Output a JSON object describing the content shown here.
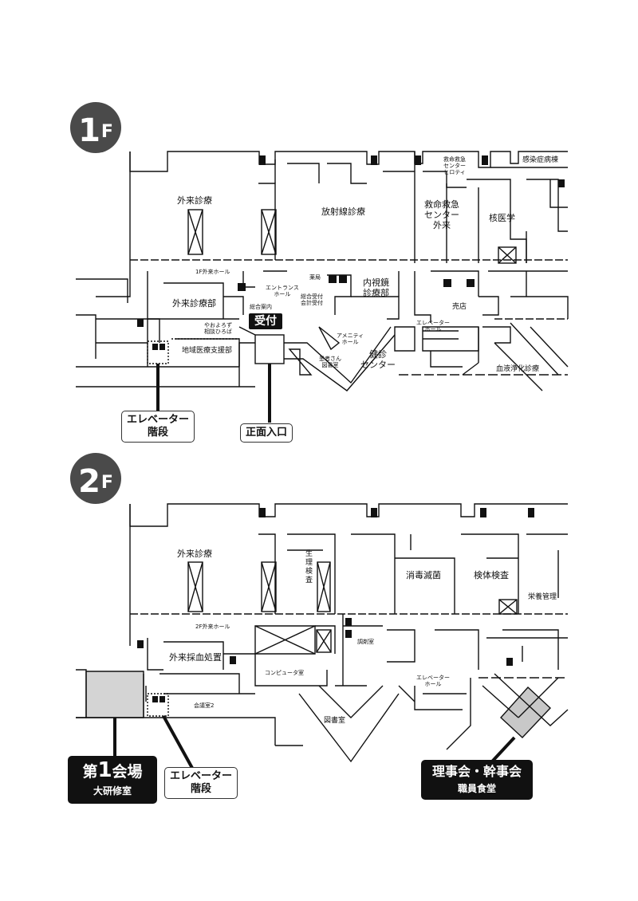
{
  "floor1": {
    "badge_num": "1",
    "badge_unit": "F",
    "rooms": {
      "outpatient": "外来診療",
      "radiology": "放射線診療",
      "emergency_outpatient": "救命救急\nセンター\n外来",
      "emergency_heliport": "救命救急\nセンター\nヒロティ",
      "infectious_ward": "感染症病棟",
      "nuclear_medicine": "核医学",
      "hall_1f": "1F外来ホール",
      "entrance_hall": "エントランス\nホール",
      "pharmacy": "薬局",
      "endoscopy": "内視鏡\n診療部",
      "outpatient_dept": "外来診療部",
      "general_info": "総合案内",
      "reception_cashier": "総合受付\n会計受付",
      "consultation": "やおよろず\n相談ひろば",
      "regional_support": "地域医療支援部",
      "amenity_hall": "アメニティ\nホール",
      "patient_library": "患者さん\n図書室",
      "health_center": "健診\nセンター",
      "elevator_hall": "エレベーター\nホール",
      "shop": "売店",
      "blood_purification": "血液浄化診療"
    },
    "reception_label": "受付",
    "callout_elevator": "エレベーター\n階段",
    "callout_entrance": "正面入口"
  },
  "floor2": {
    "badge_num": "2",
    "badge_unit": "F",
    "rooms": {
      "outpatient": "外来診療",
      "physiology": "生\n理\n検\n査",
      "sterilization": "消毒滅菌",
      "specimen": "検体検査",
      "nutrition": "栄養管理",
      "hall_2f": "2F外来ホール",
      "blood_collection": "外来採血処置",
      "computer_room": "コンピュータ室",
      "dispensing": "調剤室",
      "meeting_room2": "会議室2",
      "library": "図書室",
      "elevator_hall": "エレベーター\nホール"
    },
    "callout_venue_1_prefix": "第",
    "callout_venue_1_num": "1",
    "callout_venue_1_suffix": "会場",
    "callout_venue_1_sub": "大研修室",
    "callout_elevator": "エレベーター\n階段",
    "callout_board_title": "理事会・幹事会",
    "callout_board_sub": "職員食堂"
  },
  "colors": {
    "badge": "#4a4a4a",
    "highlight_room": "#d4d4d4",
    "wall": "#111111",
    "callout_dark": "#111111"
  }
}
